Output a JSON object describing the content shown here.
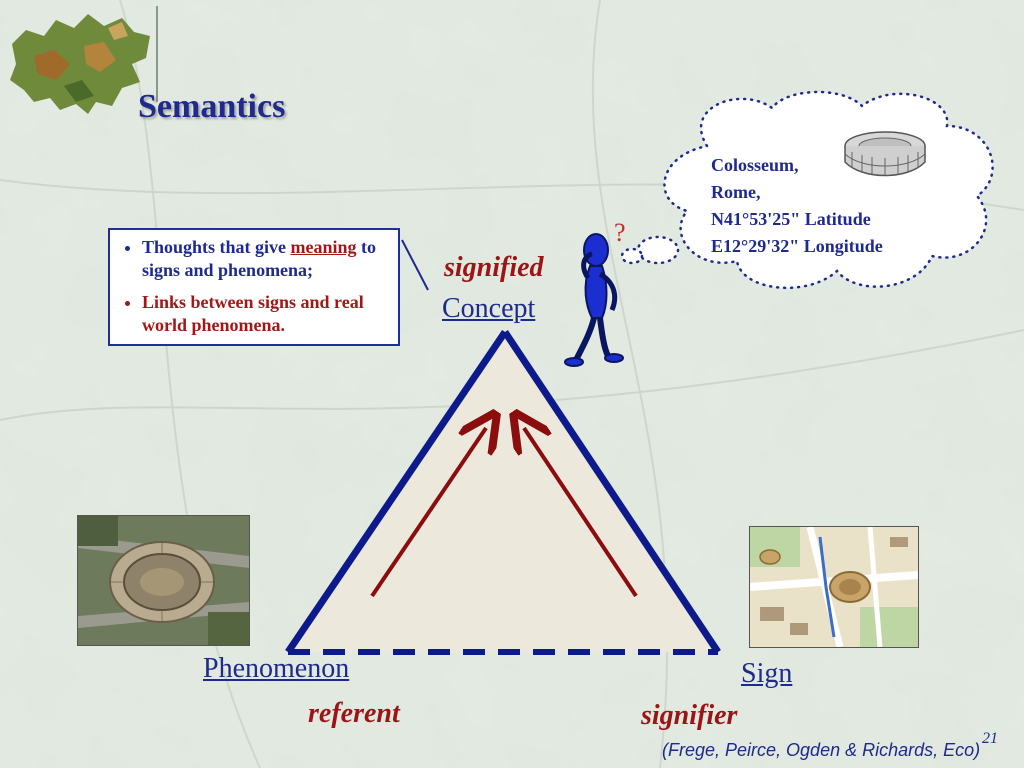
{
  "slide": {
    "title": "Semantics",
    "page_number": "21",
    "citation": "(Frege, Peirce, Ogden & Richards, Eco)"
  },
  "bullets": {
    "item1_prefix": "Thoughts that give ",
    "item1_keyword": "meaning",
    "item1_suffix": " to signs and phenomena;",
    "item2": "Links between signs and real world phenomena."
  },
  "triangle": {
    "top_role": "signified",
    "top_node": "Concept",
    "left_node": "Phenomenon",
    "left_role": "referent",
    "right_node": "Sign",
    "right_role": "signifier"
  },
  "thought_cloud": {
    "lines": [
      "Colosseum,",
      "Rome,",
      "N41°53'25\" Latitude",
      "E12°29'32\" Longitude"
    ]
  },
  "figure": {
    "question_mark": "?"
  },
  "colors": {
    "title": "#1e2a8c",
    "triangle_edge": "#0d1a8c",
    "triangle_fill": "#ece9dc",
    "arrow": "#8b0d0d",
    "role_text": "#9c1414"
  }
}
